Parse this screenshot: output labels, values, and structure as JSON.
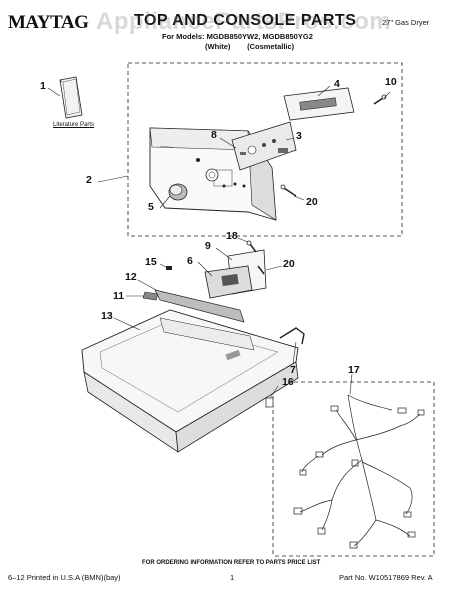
{
  "header": {
    "brand": "MAYTAG",
    "title": "TOP AND CONSOLE PARTS",
    "watermark": "AppliancePartsPros.com",
    "product": "27\" Gas Dryer",
    "models": "For Models: MGDB850YW2, MGDB850YG2",
    "variants": "(White)        (Cosmetallic)"
  },
  "literature_label": "Literature Parts",
  "callouts": {
    "c1": "1",
    "c2": "2",
    "c3": "3",
    "c4": "4",
    "c5": "5",
    "c6": "6",
    "c7": "7",
    "c8": "8",
    "c9": "9",
    "c10": "10",
    "c11": "11",
    "c12": "12",
    "c13": "13",
    "c15": "15",
    "c16": "16",
    "c17": "17",
    "c18": "18",
    "c20a": "20",
    "c20b": "20"
  },
  "footer": {
    "ordering_note": "FOR ORDERING INFORMATION REFER TO PARTS PRICE LIST",
    "printed": "6–12 Printed in U.S.A (BMN)(bay)",
    "page": "1",
    "part_number": "Part No. W10517869 Rev. A"
  }
}
